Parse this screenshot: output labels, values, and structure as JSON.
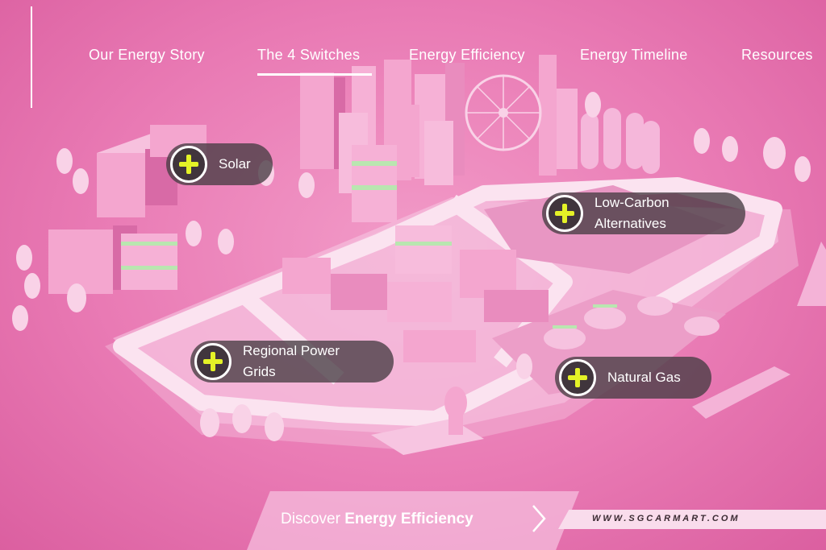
{
  "nav": {
    "items": [
      {
        "label": "Our Energy Story"
      },
      {
        "label": "The 4 Switches"
      },
      {
        "label": "Energy Efficiency"
      },
      {
        "label": "Energy Timeline"
      },
      {
        "label": "Resources"
      }
    ],
    "active_index": 1
  },
  "hotspots": {
    "solar": "Solar",
    "low_carbon": "Low-Carbon\nAlternatives",
    "regional_grids": "Regional Power\nGrids",
    "natural_gas": "Natural Gas"
  },
  "cta": {
    "prefix": "Discover ",
    "emphasis": "Energy Efficiency"
  },
  "watermark": "WWW.SGCARMART.COM",
  "colors": {
    "background": "#e97ab4",
    "hotspot_bg": "#463c42",
    "plus_accent": "#e4f227",
    "building": "#f4a6cf",
    "building_shadow": "#d86aa6",
    "accent_green": "#b9e6b0"
  },
  "icons": {
    "hotspot": "plus-icon",
    "cta": "chevron-right-icon"
  }
}
